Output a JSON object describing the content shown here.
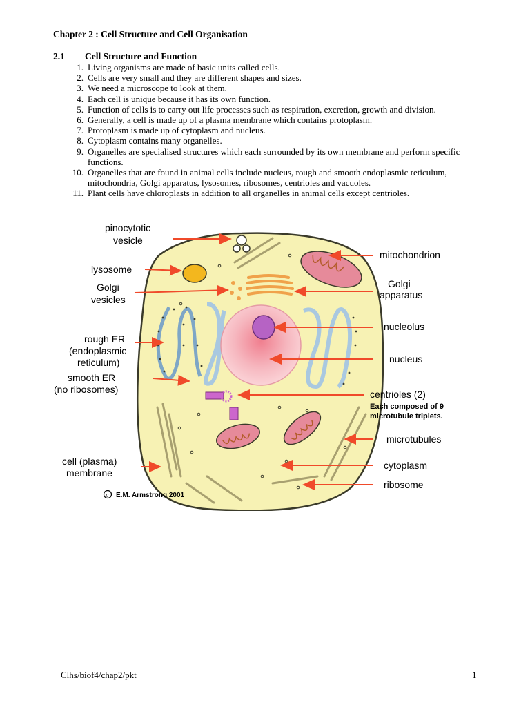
{
  "chapter_title": "Chapter 2 : Cell Structure and Cell Organisation",
  "section": {
    "number": "2.1",
    "title": "Cell Structure and Function"
  },
  "items": [
    {
      "n": "1.",
      "text": "Living organisms are made of basic units called cells."
    },
    {
      "n": "2.",
      "text": "Cells are very small and they are different shapes and sizes."
    },
    {
      "n": "3.",
      "text": "We need a microscope to look at them."
    },
    {
      "n": "4.",
      "text": "Each cell is unique because it has its own function."
    },
    {
      "n": "5.",
      "text": "Function of cells is to carry out life processes such as respiration, excretion, growth and division."
    },
    {
      "n": "6.",
      "text": "Generally, a cell is made up of a plasma membrane which contains protoplasm."
    },
    {
      "n": "7.",
      "text": "Protoplasm is made up of cytoplasm and nucleus."
    },
    {
      "n": "8.",
      "text": "Cytoplasm contains many organelles."
    },
    {
      "n": "9.",
      "text": "Organelles are specialised structures which each surrounded by its own membrane and perform specific functions."
    },
    {
      "n": "10.",
      "text": "Organelles that are found in animal cells include nucleus, rough and smooth endoplasmic reticulum, mitochondria, Golgi apparatus, lysosomes, ribosomes, centrioles and vacuoles."
    },
    {
      "n": "11.",
      "text": "Plant cells have chloroplasts in addition to all organelles in animal cells except centrioles."
    }
  ],
  "figure": {
    "labels": {
      "pinocytotic_1": "pinocytotic",
      "pinocytotic_2": "vesicle",
      "lysosome": "lysosome",
      "golgi_vesicles_1": "Golgi",
      "golgi_vesicles_2": "vesicles",
      "rough_er_1": "rough ER",
      "rough_er_2": "(endoplasmic",
      "rough_er_3": "reticulum)",
      "smooth_er_1": "smooth ER",
      "smooth_er_2": "(no ribosomes)",
      "cell_membrane_1": "cell (plasma)",
      "cell_membrane_2": "membrane",
      "mitochondrion": "mitochondrion",
      "golgi_apparatus_1": "Golgi",
      "golgi_apparatus_2": "apparatus",
      "nucleolus": "nucleolus",
      "nucleus": "nucleus",
      "centrioles": "centrioles (2)",
      "centrioles_note_1": "Each composed of 9",
      "centrioles_note_2": "microtubule triplets.",
      "microtubules": "microtubules",
      "cytoplasm": "cytoplasm",
      "ribosome": "ribosome",
      "credit": "E.M. Armstrong 2001"
    },
    "colors": {
      "cytoplasm": "#f7f2b4",
      "membrane": "#3a3a2a",
      "nucleus": "#f6b7bf",
      "nucleolus": "#b663c4",
      "lysosome": "#f3b71e",
      "golgi": "#f0a24a",
      "mitochondrion": "#e68a9a",
      "er": "#a9c8e0",
      "arrow": "#f04a2a"
    }
  },
  "footer": {
    "left": "Clhs/biof4/chap2/pkt",
    "page": "1"
  }
}
